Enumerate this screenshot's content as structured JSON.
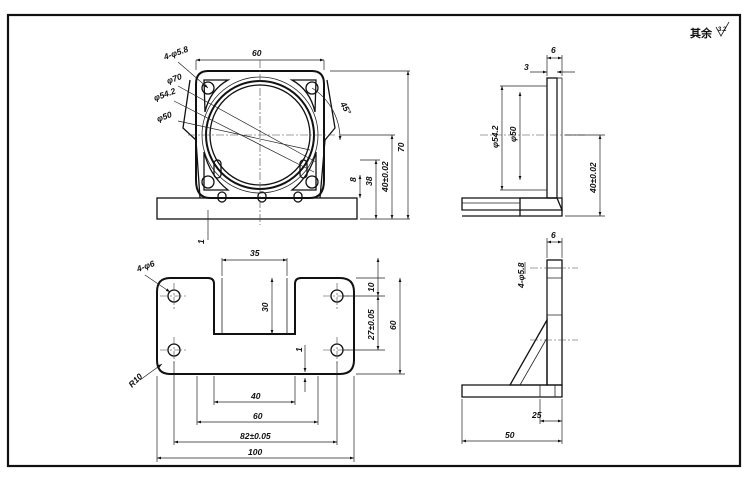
{
  "surface_note": {
    "text": "其余",
    "roughness": "3.2"
  },
  "front_view": {
    "width_top": "60",
    "holes": "4-φ5.8",
    "d70": "φ70",
    "d54": "φ54.2",
    "d50": "φ50",
    "angle": "45°",
    "height_total": "70",
    "height_center": "40±0.02",
    "dim_38": "38",
    "dim_8": "8",
    "dim_1": "1"
  },
  "side_view_top": {
    "dim_6": "6",
    "dim_3": "3",
    "d54": "φ54.2",
    "d50": "φ50",
    "height_center": "40±0.02"
  },
  "top_view": {
    "holes": "4-φ6",
    "radius": "R10",
    "slot_width": "35",
    "slot_depth": "30",
    "dim_10": "10",
    "dim_27": "27±0.05",
    "dim_60_v": "60",
    "dim_1": "1",
    "dim_40": "40",
    "dim_60": "60",
    "dim_82": "82±0.05",
    "dim_100": "100"
  },
  "side_view_bottom": {
    "dim_6": "6",
    "holes": "4-φ5.8",
    "dim_25": "25",
    "dim_50": "50"
  }
}
